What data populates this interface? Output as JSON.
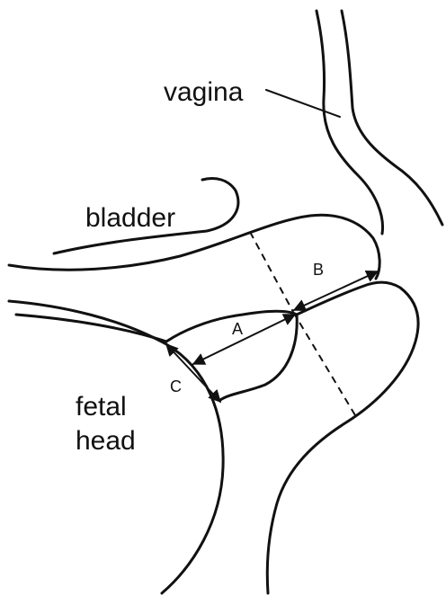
{
  "labels": {
    "vagina": "vagina",
    "bladder": "bladder",
    "fetal_line1": "fetal",
    "fetal_line2": "head",
    "a": "A",
    "b": "B",
    "c": "C"
  },
  "colors": {
    "stroke": "#111111",
    "background": "#ffffff"
  }
}
